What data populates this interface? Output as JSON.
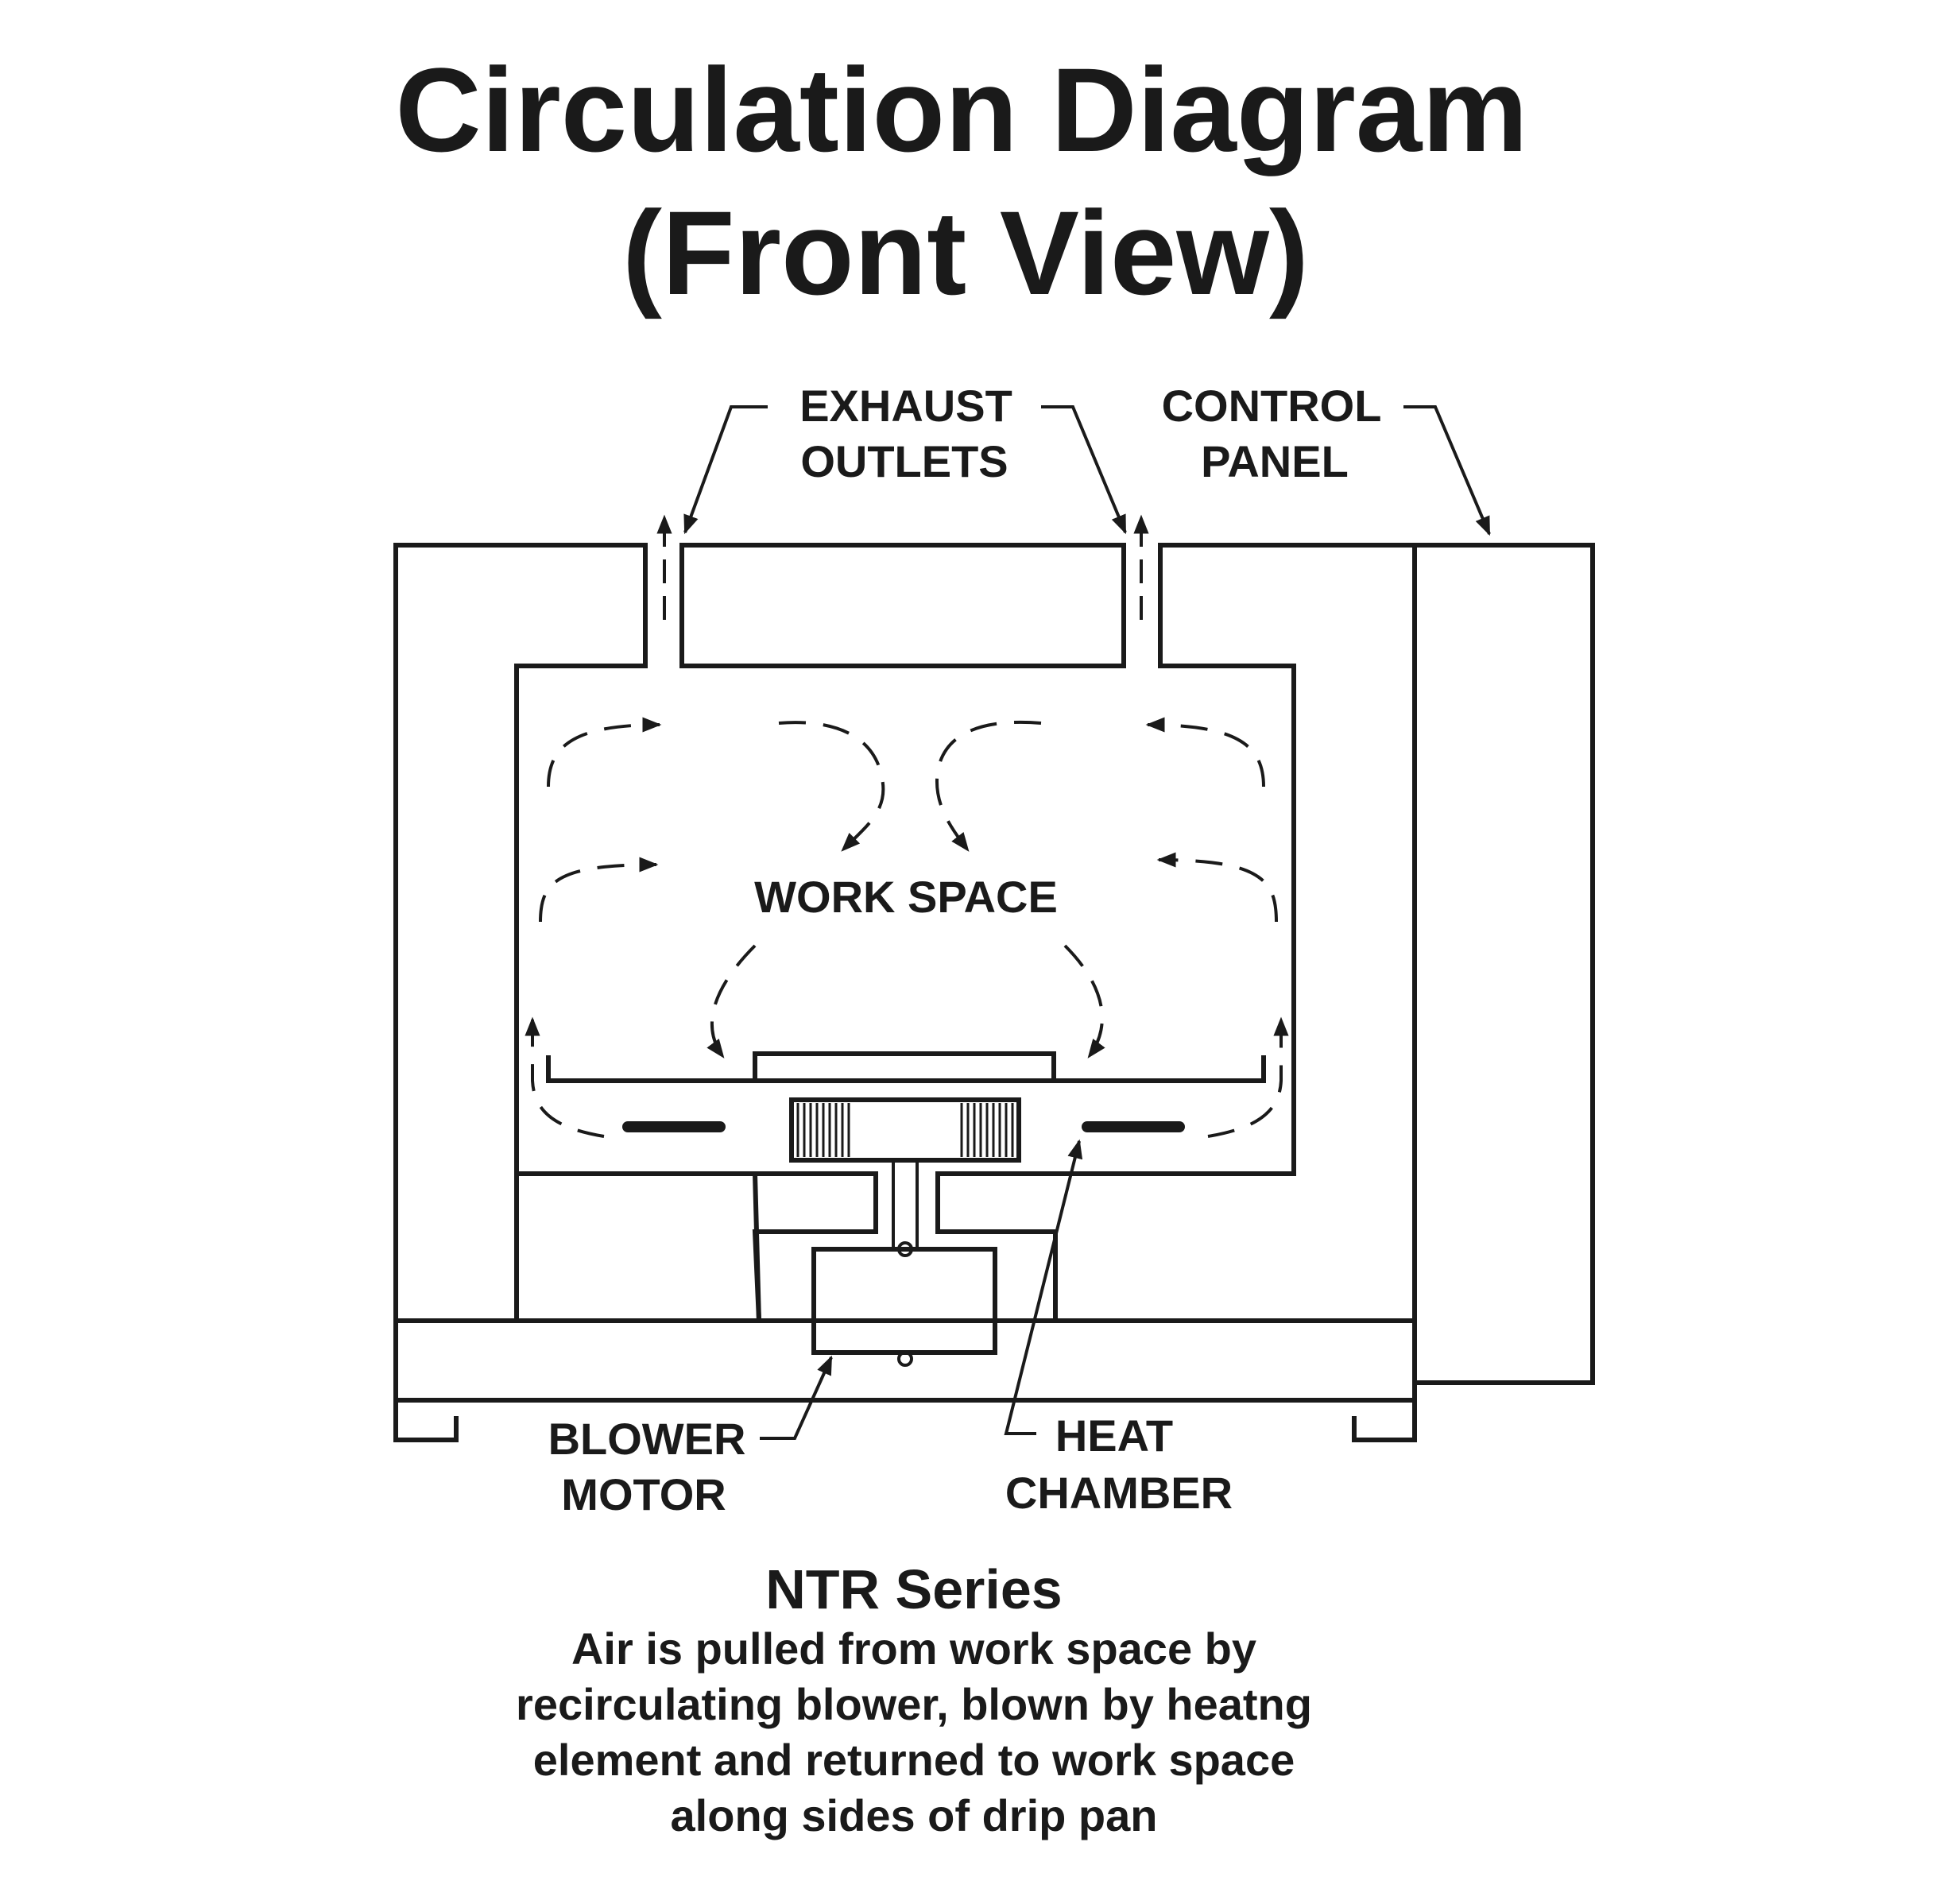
{
  "title": {
    "line1": "Circulation Diagram",
    "line2": "(Front View)"
  },
  "labels": {
    "exhaust_outlets": [
      "EXHAUST",
      "OUTLETS"
    ],
    "control_panel": [
      "CONTROL",
      "PANEL"
    ],
    "work_space": "WORK SPACE",
    "blower_motor": [
      "BLOWER",
      "MOTOR"
    ],
    "heat_chamber": [
      "HEAT",
      "CHAMBER"
    ]
  },
  "series_title": "NTR Series",
  "caption": [
    "Air is pulled from work space by",
    "recirculating blower, blown by heatng",
    "element and returned to work space",
    "along sides of drip pan"
  ],
  "colors": {
    "insulation": "#6a978b",
    "ink": "#1a1a1a",
    "background": "#ffffff"
  }
}
